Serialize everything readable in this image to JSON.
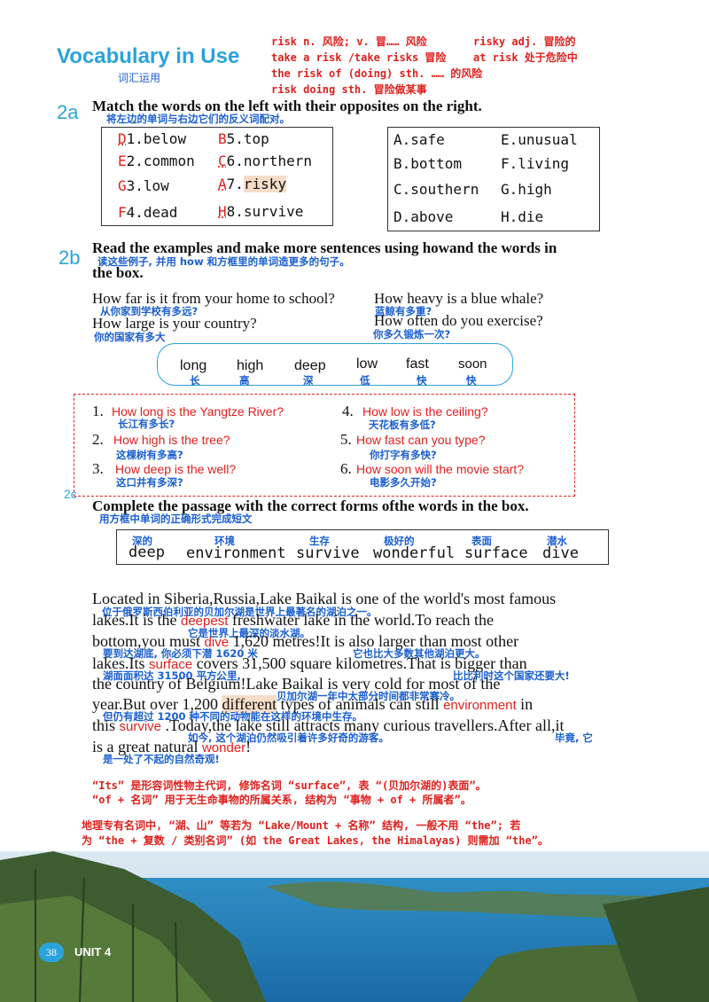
{
  "header": {
    "title": "Vocabulary in Use",
    "title_cn": "词汇运用",
    "notes": [
      "risk n. 风险; v. 冒…… 风险",
      "risky adj. 冒险的",
      "take a risk /take risks 冒险",
      "at risk 处于危险中",
      "the risk of (doing) sth. …… 的风险",
      "risk doing sth. 冒险做某事"
    ]
  },
  "s2a": {
    "num": "2a",
    "instruction": "Match the words on the left with their opposites on the right.",
    "instruction_cn": "将左边的单词与右边它们的反义词配对。",
    "left": [
      {
        "ans": "D",
        "num": "1.",
        "word": "below"
      },
      {
        "ans": "B",
        "num": "5.",
        "word": "top"
      },
      {
        "ans": "E",
        "num": "2.",
        "word": "common"
      },
      {
        "ans": "C",
        "num": "6.",
        "word": "northern"
      },
      {
        "ans": "G",
        "num": "3.",
        "word": "low"
      },
      {
        "ans": "A",
        "num": "7.",
        "word": "risky"
      },
      {
        "ans": "F",
        "num": "4.",
        "word": "dead"
      },
      {
        "ans": "H",
        "num": "8.",
        "word": "survive"
      }
    ],
    "right": [
      "A.safe",
      "E.unusual",
      "B.bottom",
      "F.living",
      "C.southern",
      "G.high",
      "D.above",
      "H.die"
    ]
  },
  "s2b": {
    "num": "2b",
    "instruction_line1": "Read the examples and make more sentences using howand the words in",
    "instruction_line2": "the box.",
    "instruction_cn": "读这些例子, 并用 how 和方框里的单词造更多的句子。",
    "examples": [
      {
        "en": "How far is it from your home to school?",
        "cn": "从你家到学校有多远?"
      },
      {
        "en": "How heavy is a blue whale?",
        "cn": "蓝鲸有多重?"
      },
      {
        "en": "How large is your country?",
        "cn": "你的国家有多大"
      },
      {
        "en": "How often do you exercise?",
        "cn": "你多久锻炼一次?"
      }
    ],
    "words": [
      {
        "en": "long",
        "cn": "长"
      },
      {
        "en": "high",
        "cn": "高"
      },
      {
        "en": "deep",
        "cn": "深"
      },
      {
        "en": "low",
        "cn": "低"
      },
      {
        "en": "fast",
        "cn": "快"
      },
      {
        "en": "soon",
        "cn": "快"
      }
    ],
    "answers": [
      {
        "n": "1.",
        "en": "How long is the Yangtze River?",
        "cn": "长江有多长?"
      },
      {
        "n": "2.",
        "en": "How high is the tree?",
        "cn": "这棵树有多高?"
      },
      {
        "n": "3.",
        "en": "How deep is the well?",
        "cn": "这口井有多深?"
      },
      {
        "n": "4.",
        "en": "How low is the ceiling?",
        "cn": "天花板有多低?"
      },
      {
        "n": "5.",
        "en": "How fast can you type?",
        "cn": "你打字有多快?"
      },
      {
        "n": "6.",
        "en": "How soon will the movie start?",
        "cn": "电影多久开始?"
      }
    ]
  },
  "s2c": {
    "num": "2c",
    "instruction": "Complete the passage with the correct forms ofthe words in the box.",
    "instruction_cn": "用方框中单词的正确形式完成短文",
    "words": [
      {
        "en": "deep",
        "cn": "深的"
      },
      {
        "en": "environment",
        "cn": "环境"
      },
      {
        "en": "survive",
        "cn": "生存"
      },
      {
        "en": "wonderful",
        "cn": "极好的"
      },
      {
        "en": "surface",
        "cn": "表面"
      },
      {
        "en": "dive",
        "cn": "潜水"
      }
    ],
    "passage": {
      "l1": "Located in Siberia,Russia,Lake Baikal is one of the world's most famous",
      "l1_cn": "位于俄罗斯西伯利亚的贝加尔湖是世界上最著名的湖泊之一。",
      "l2a": "lakes.It   is   the",
      "l2_ans": "deepest",
      "l2b": "freshwater  lake  in  the  world.To  reach  the",
      "l2_cn": "它是世界上最深的淡水湖。",
      "l3a": "bottom,you     must",
      "l3_ans": "dive",
      "l3b": "1,620  metres!It  is  also  larger  than  most other",
      "l3_cn_a": "要到达湖底, 你必须下潜 1620 米",
      "l3_cn_b": "它也比大多数其他湖泊更大。",
      "l4a": "lakes.Its",
      "l4_ans": "surface",
      "l4b": "covers   31,500   square  kilometres.That  is bigger than",
      "l4_cn_a": "湖面面积达 31500 平方公里,",
      "l4_cn_b": "比比利时这个国家还要大!",
      "l5": "the  country  of  Belgium!Lake  Baikal  is  very  cold  for  most  of  the",
      "l5_cn": "贝加尔湖一年中大部分时间都非常寒冷。",
      "l6a": "year.But  over  1,200",
      "l6_hl": "different",
      "l6b": "types  of  animals  can  still",
      "l6_ans": "environment",
      "l6c": "in",
      "l6_cn": "但仍有超过 1200 种不同的动物能在这样的环境中生存。",
      "l7a": "this",
      "l7_ans": "survive",
      "l7b": ".Today,the lake still attracts many curious travellers.After all,it",
      "l7_cn_a": "如今, 这个湖泊仍然吸引着许多好奇的游客。",
      "l7_cn_b": "毕竟, 它",
      "l8a": "is a great natural",
      "l8_ans": "wonder",
      "l8b": "!",
      "l8_cn": "是一处了不起的自然奇观!"
    }
  },
  "notes_bottom": [
    "“Its” 是形容词性物主代词, 修饰名词 “surface”, 表 “(贝加尔湖的)表面”。",
    "“of + 名词” 用于无生命事物的所属关系, 结构为 “事物 + of + 所属者”。",
    "地理专有名词中, “湖、山” 等若为 “Lake/Mount + 名称” 结构, 一般不用 “the”; 若",
    "为 “the + 复数 / 类别名词” (如 the Great Lakes, the Himalayas) 则需加 “the”。"
  ],
  "footer": {
    "page": "38",
    "unit": "UNIT 4"
  }
}
